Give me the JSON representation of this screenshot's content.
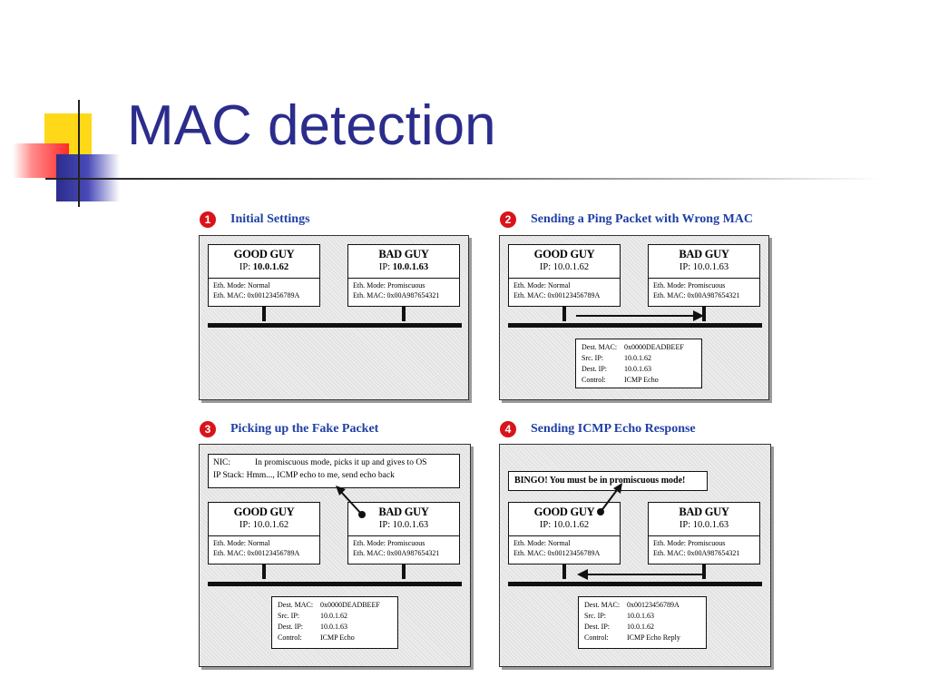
{
  "slide": {
    "title": "MAC detection"
  },
  "colors": {
    "title": "#2b2c8c",
    "heading": "#1f3fa5",
    "badge": "#d8141b",
    "deco_yellow": "#ffd817",
    "deco_red": "#ff3b3b",
    "deco_blue": "#2b2c8c"
  },
  "panels": [
    {
      "number": "1",
      "title": "Initial Settings",
      "good": {
        "name": "GOOD GUY",
        "ip_label": "IP: ",
        "ip": "10.0.1.62",
        "mode": "Eth. Mode: Normal",
        "mac": "Eth. MAC: 0x00123456789A"
      },
      "bad": {
        "name": "BAD GUY",
        "ip_label": "IP: ",
        "ip": "10.0.1.63",
        "mode": "Eth. Mode: Promiscuous",
        "mac": "Eth. MAC: 0x00A987654321"
      }
    },
    {
      "number": "2",
      "title": "Sending a Ping Packet with Wrong MAC",
      "good": {
        "name": "GOOD GUY",
        "ip_line": "IP: 10.0.1.62",
        "mode": "Eth. Mode: Normal",
        "mac": "Eth. MAC: 0x00123456789A"
      },
      "bad": {
        "name": "BAD GUY",
        "ip_line": "IP: 10.0.1.63",
        "mode": "Eth. Mode: Promiscuous",
        "mac": "Eth. MAC: 0x00A987654321"
      },
      "packet": {
        "dest_mac_label": "Dest. MAC:",
        "dest_mac": "0x0000DEADBEEF",
        "src_ip_label": "Src. IP:",
        "src_ip": "10.0.1.62",
        "dest_ip_label": "Dest. IP:",
        "dest_ip": "10.0.1.63",
        "control_label": "Control:",
        "control": "ICMP Echo"
      }
    },
    {
      "number": "3",
      "title": "Picking up the Fake Packet",
      "message": {
        "line1_label": "NIC:",
        "line1_text": "In promiscuous mode, picks it up and gives to OS",
        "line2": "IP Stack: Hmm..., ICMP echo to me, send echo back"
      },
      "good": {
        "name": "GOOD GUY",
        "ip_line": "IP: 10.0.1.62",
        "mode": "Eth. Mode: Normal",
        "mac": "Eth. MAC: 0x00123456789A"
      },
      "bad": {
        "name": "BAD GUY",
        "ip_line": "IP: 10.0.1.63",
        "mode": "Eth. Mode: Promiscuous",
        "mac": "Eth. MAC: 0x00A987654321"
      },
      "packet": {
        "dest_mac_label": "Dest. MAC:",
        "dest_mac": "0x0000DEADBEEF",
        "src_ip_label": "Src. IP:",
        "src_ip": "10.0.1.62",
        "dest_ip_label": "Dest. IP:",
        "dest_ip": "10.0.1.63",
        "control_label": "Control:",
        "control": "ICMP Echo"
      }
    },
    {
      "number": "4",
      "title": "Sending ICMP Echo Response",
      "message": "BINGO! You must be in promiscuous mode!",
      "good": {
        "name": "GOOD GUY",
        "ip_line": "IP: 10.0.1.62",
        "mode": "Eth. Mode: Normal",
        "mac": "Eth. MAC: 0x00123456789A"
      },
      "bad": {
        "name": "BAD GUY",
        "ip_line": "IP: 10.0.1.63",
        "mode": "Eth. Mode: Promiscuous",
        "mac": "Eth. MAC: 0x00A987654321"
      },
      "packet": {
        "dest_mac_label": "Dest. MAC:",
        "dest_mac": "0x00123456789A",
        "src_ip_label": "Src. IP:",
        "src_ip": "10.0.1.63",
        "dest_ip_label": "Dest. IP:",
        "dest_ip": "10.0.1.62",
        "control_label": "Control:",
        "control": "ICMP Echo Reply"
      }
    }
  ]
}
